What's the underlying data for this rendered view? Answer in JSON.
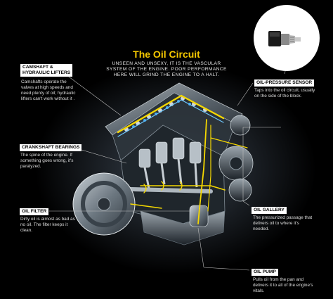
{
  "title": "The Oil Circuit",
  "subtitle": "UNSEEN AND UNSEXY, IT IS THE VASCULAR SYSTEM OF THE ENGINE. POOR PERFORMANCE HERE WILL GRIND THE ENGINE TO A HALT.",
  "callouts": {
    "camshaft": {
      "label": "CAMSHAFT &\nHYDRAULIC LIFTERS",
      "desc": "Camshafts operate the valves at high speeds and need plenty of oil; hydraulic lifters can't work without it ."
    },
    "crankshaft": {
      "label": "CRANKSHAFT BEARINGS",
      "desc": "The spine of the engine. If something goes wrong, it's paralyzed."
    },
    "oil_filter": {
      "label": "OIL FILTER",
      "desc": "Dirty oil is almost as bad as no oil. The filter keeps it clean."
    },
    "oil_pressure_sensor": {
      "label": "OIL-PRESSURE SENSOR",
      "desc": "Taps into the oil circuit, usually on the side of the block."
    },
    "oil_gallery": {
      "label": "OIL GALLERY",
      "desc": "The pressurized passage that delivers oil to where it's needed."
    },
    "oil_pump": {
      "label": "OIL PUMP",
      "desc": "Pulls oil from the pan and delivers it to all of the engine's vitals."
    }
  },
  "colors": {
    "oil": "#f5d800",
    "accent": "#f5c800",
    "background": "#000000"
  },
  "icons": [
    "sensor-icon"
  ]
}
